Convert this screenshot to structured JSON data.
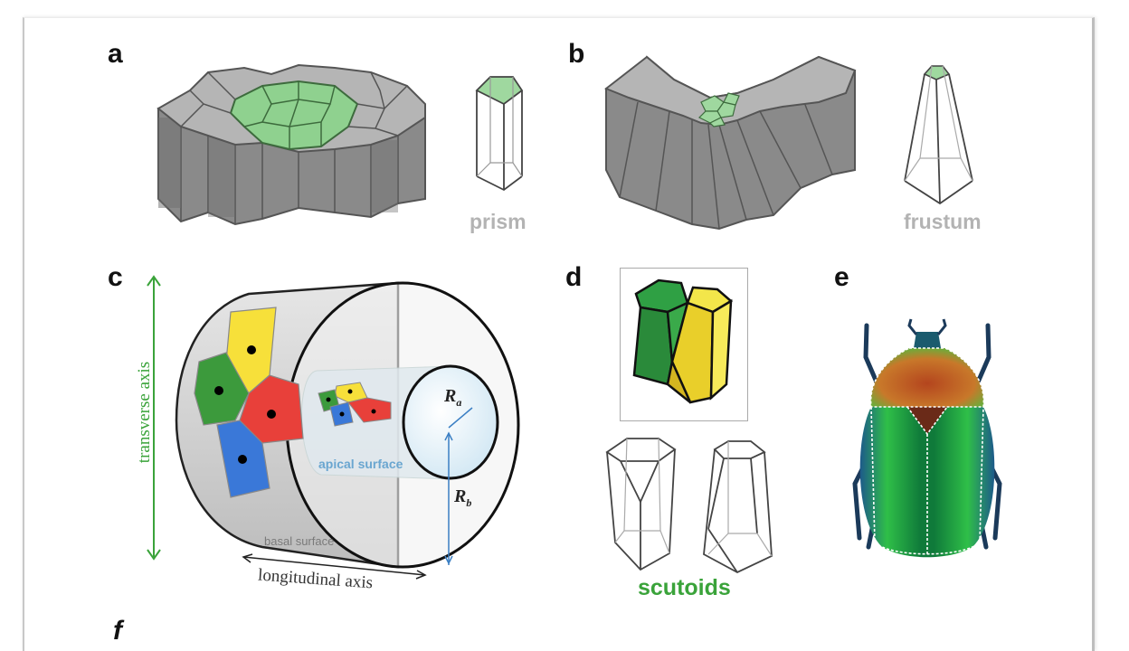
{
  "figure": {
    "panels": {
      "a": {
        "label": "a",
        "shape_caption": "prism"
      },
      "b": {
        "label": "b",
        "shape_caption": "frustum"
      },
      "c": {
        "label": "c",
        "transverse_axis": "transverse axis",
        "longitudinal_axis": "longitudinal axis",
        "apical_surface": "apical surface",
        "basal_surface": "basal surface",
        "radius_apical": "R",
        "radius_apical_sub": "a",
        "radius_basal": "R",
        "radius_basal_sub": "b"
      },
      "d": {
        "label": "d",
        "shape_caption": "scutoids"
      },
      "e": {
        "label": "e"
      },
      "f": {
        "label": "f"
      }
    },
    "colors": {
      "cell_green": "#8fd18f",
      "cell_gray": "#a8a8a8",
      "axis_green": "#3aa33a",
      "axis_blue": "#3b7fc4",
      "cell_yellow": "#f7e03a",
      "cell_red": "#e8403a",
      "cell_blue": "#3a78d8",
      "cell_darkgreen": "#3c9a3c"
    }
  }
}
